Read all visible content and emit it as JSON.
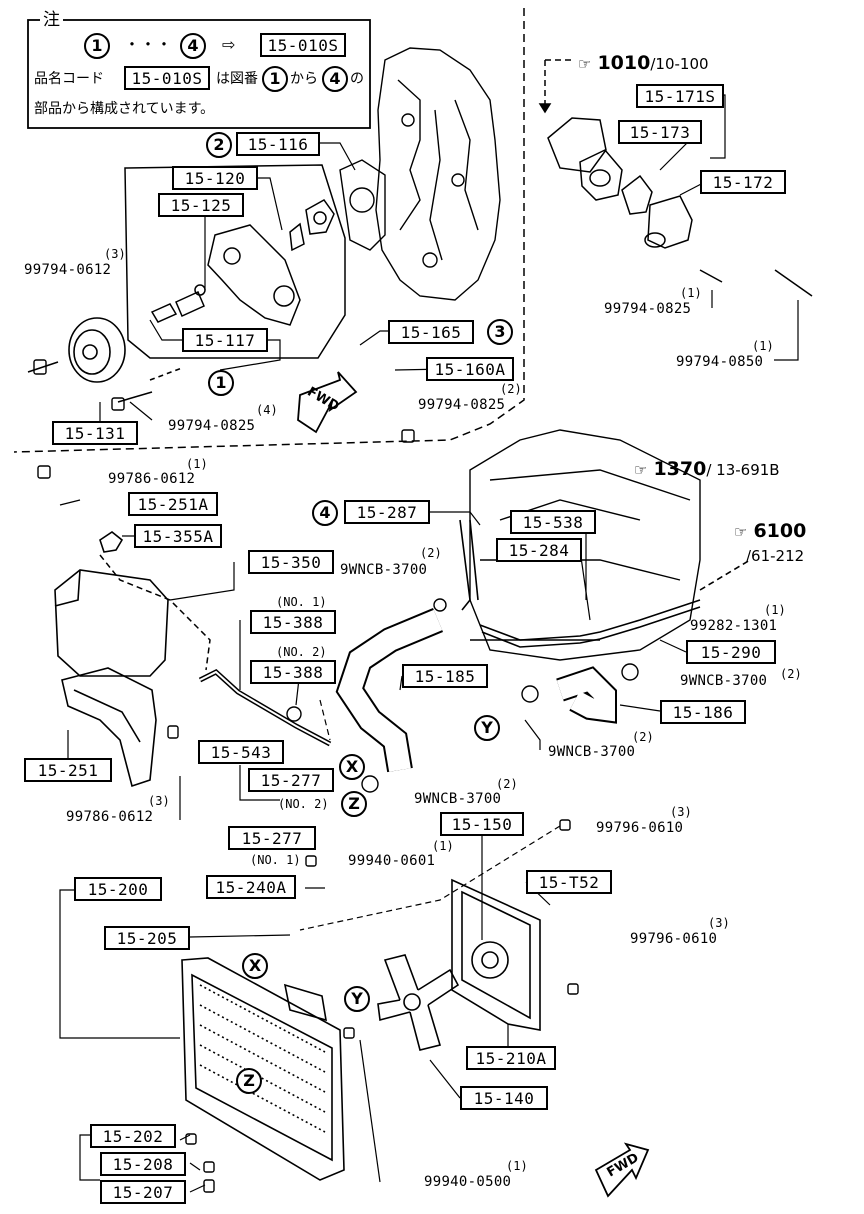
{
  "note": {
    "title": "注",
    "range_from": "1",
    "range_dots": "・・・",
    "range_to": "4",
    "arrow": "⇨",
    "set_code": "15-010S",
    "line1_pre": "品名コード",
    "line1_mid": "は図番",
    "line1_from": "1",
    "line1_kara": "から",
    "line1_to": "4",
    "line1_post": "の",
    "line2": "部品から構成されています。"
  },
  "refs": {
    "r1010": {
      "main": "1010",
      "sub": "/10-100"
    },
    "r1370": {
      "main": "1370",
      "sub": "/ 13-691B"
    },
    "r6100": {
      "main": "6100",
      "sub": "/61-212"
    }
  },
  "circled": {
    "c1": "1",
    "c2": "2",
    "c3": "3",
    "c4": "4",
    "x1": "X",
    "x2": "X",
    "y1": "Y",
    "y2": "Y",
    "z1": "Z",
    "z2": "Z"
  },
  "fwd": {
    "top": "FWD",
    "bottom": "FWD"
  },
  "labels": {
    "l15171S": "15-171S",
    "l15173": "15-173",
    "l15172": "15-172",
    "l15116": "15-116",
    "l15120": "15-120",
    "l15125": "15-125",
    "l15117": "15-117",
    "l15165": "15-165",
    "l15160A": "15-160A",
    "l15131": "15-131",
    "l15251A": "15-251A",
    "l15355A": "15-355A",
    "l15350": "15-350",
    "l15251": "15-251",
    "l15287": "15-287",
    "l15538": "15-538",
    "l15284": "15-284",
    "l15388a": "15-388",
    "l15388b": "15-388",
    "l15185": "15-185",
    "l15290": "15-290",
    "l15186": "15-186",
    "l15543": "15-543",
    "l15277a": "15-277",
    "l15277b": "15-277",
    "l15150": "15-150",
    "l15200": "15-200",
    "l15240A": "15-240A",
    "l15T52": "15-T52",
    "l15205": "15-205",
    "l15210A": "15-210A",
    "l15140": "15-140",
    "l15202": "15-202",
    "l15208": "15-208",
    "l15207": "15-207"
  },
  "parts": {
    "p_0612a": "99794-0612",
    "q_0612a": "(3)",
    "p_0825a": "99794-0825",
    "q_0825a": "(1)",
    "p_0850": "99794-0850",
    "q_0850": "(1)",
    "p_0825b": "99794-0825",
    "q_0825b": "(2)",
    "p_0825c": "99794-0825",
    "q_0825c": "(4)",
    "p_86612a": "99786-0612",
    "q_86612a": "(1)",
    "p_wncb1": "9WNCB-3700",
    "q_wncb1": "(2)",
    "p_1301": "99282-1301",
    "q_1301": "(1)",
    "p_wncb2": "9WNCB-3700",
    "q_wncb2": "(2)",
    "p_wncb3": "9WNCB-3700",
    "q_wncb3": "(2)",
    "p_wncb4": "9WNCB-3700",
    "q_wncb4": "(2)",
    "p_86612b": "99786-0612",
    "q_86612b": "(3)",
    "p_0610a": "99796-0610",
    "q_0610a": "(3)",
    "p_0601": "99940-0601",
    "q_0601": "(1)",
    "p_0610b": "99796-0610",
    "q_0610b": "(3)",
    "p_0500": "99940-0500",
    "q_0500": "(1)",
    "no1a": "(NO. 1)",
    "no2a": "(NO. 2)",
    "no2b": "(NO. 2)",
    "no1b": "(NO. 1)"
  }
}
